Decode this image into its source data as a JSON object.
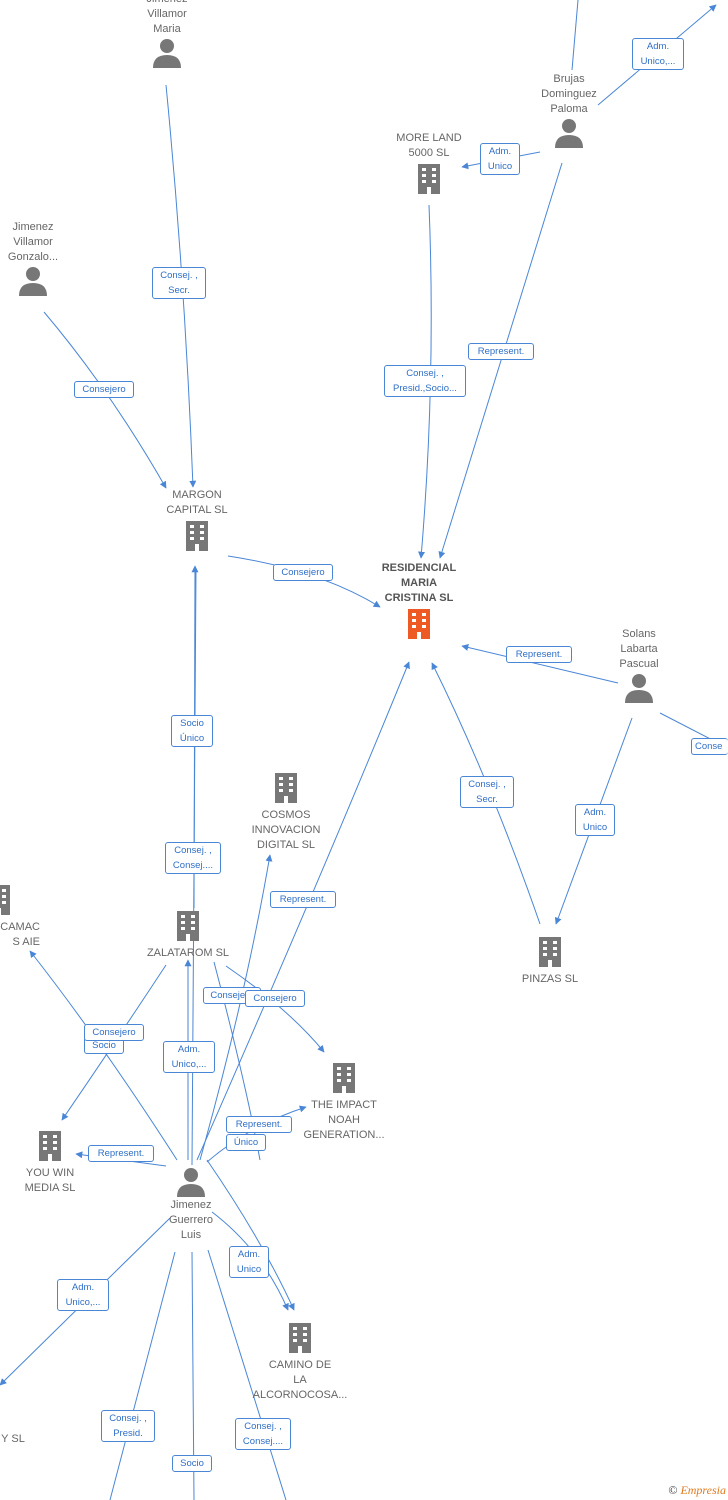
{
  "colors": {
    "edge": "#4a86d6",
    "icon": "#777777",
    "main_icon": "#ee5a24",
    "label_border": "#4a86d6"
  },
  "nodes": {
    "jimenez_villamor_maria": {
      "label": "Jimenez\nVillamor\nMaria",
      "type": "person"
    },
    "jimenez_villamor_gonzalo": {
      "label": "Jimenez\nVillamor\nGonzalo...",
      "type": "person"
    },
    "brujas_dominguez_paloma": {
      "label": "Brujas\nDominguez\nPaloma",
      "type": "person"
    },
    "more_land": {
      "label": "MORE LAND\n5000  SL",
      "type": "company"
    },
    "margon_capital": {
      "label": "MARGON\nCAPITAL  SL",
      "type": "company"
    },
    "residencial_maria_cristina": {
      "label": "RESIDENCIAL\nMARIA\nCRISTINA  SL",
      "type": "main"
    },
    "solans_labarta_pascual": {
      "label": "Solans\nLabarta\nPascual",
      "type": "person"
    },
    "cosmos_innovacion": {
      "label": "COSMOS\nINNOVACION\nDIGITAL  SL",
      "type": "company"
    },
    "pinzas": {
      "label": "PINZAS SL",
      "type": "company"
    },
    "camac": {
      "label": "CAMAC\nS AIE",
      "type": "company"
    },
    "zalatarom": {
      "label": "ZALATAROM  SL",
      "type": "company"
    },
    "the_impact_noah": {
      "label": "THE IMPACT\nNOAH\nGENERATION...",
      "type": "company"
    },
    "you_win_media": {
      "label": "YOU WIN\nMEDIA  SL",
      "type": "company"
    },
    "jimenez_guerrero_luis": {
      "label": "Jimenez\nGuerrero\nLuis",
      "type": "person"
    },
    "camino_alcornocosa": {
      "label": "CAMINO DE\nLA\nALCORNOCOSA...",
      "type": "company"
    },
    "y_sl": {
      "label": "Y  SL",
      "type": "company"
    }
  },
  "edge_labels": {
    "e_top_right": "Adm.\nUnico,...",
    "e_brujas_moreland": "Adm.\nUnico",
    "e_maria_margon": "Consej. ,\nSecr.",
    "e_gonzalo_margon": "Consejero",
    "e_brujas_residencial": "Represent.",
    "e_moreland_residencial": "Consej. ,\nPresid.,Socio...",
    "e_margon_residencial": "Consejero",
    "e_solans_residencial": "Represent.",
    "e_solans_offscreen": "Conse",
    "e_zalatarom_margon": "Socio\nÚnico",
    "e_pinzas_residencial": "Consej. ,\nSecr.",
    "e_solans_pinzas": "Adm.\nUnico",
    "e_luis_zalatarom": "Consej. ,\nConsej....",
    "e_luis_residencial": "Represent.",
    "e_luis_cosmos": "Consejero",
    "e_zalatarom_impact": "Consejero",
    "e_luis_camac": "Consejero",
    "e_zalatarom_youwin": "Socio",
    "e_luis_zalatarom2": "Adm.\nUnico,...",
    "e_luis_impact": "Represent.",
    "e_luis_impact2": "Único",
    "e_luis_youwin": "Represent.",
    "e_luis_camino": "Adm.\nUnico",
    "e_luis_ysl": "Adm.\nUnico,...",
    "e_luis_bottom1": "Consej. ,\nPresid.",
    "e_luis_bottom2": "Socio",
    "e_luis_bottom3": "Consej. ,\nConsej...."
  },
  "footer": {
    "copyright": "©",
    "brand": "Empresia"
  }
}
